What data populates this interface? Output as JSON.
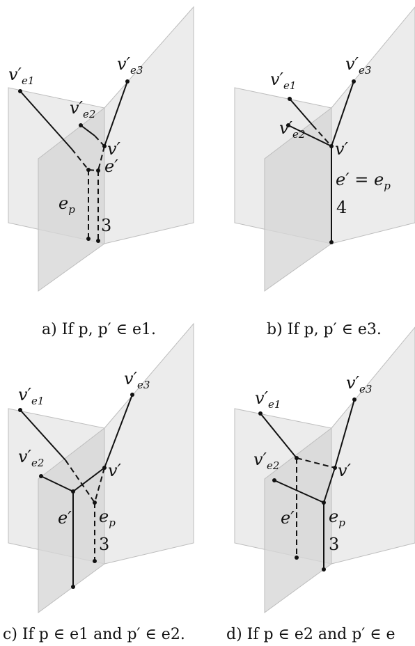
{
  "labels": {
    "v_prime": "v′",
    "v_e_sym": "v′",
    "sub_e1": "e1",
    "sub_e2": "e2",
    "sub_e3": "e3",
    "e_prime": "e′",
    "e_p": "e",
    "e_p_sub": "p",
    "e_prime_eq_ep": "e′ = e",
    "num3": "3",
    "num4": "4"
  },
  "captions": {
    "a": "a) If p, p′ ∈ e1.",
    "b": "b) If p, p′ ∈ e3.",
    "c": "c) If p ∈ e1 and p′ ∈ e2.",
    "d": "d) If p ∈ e2 and p′ ∈ e"
  }
}
